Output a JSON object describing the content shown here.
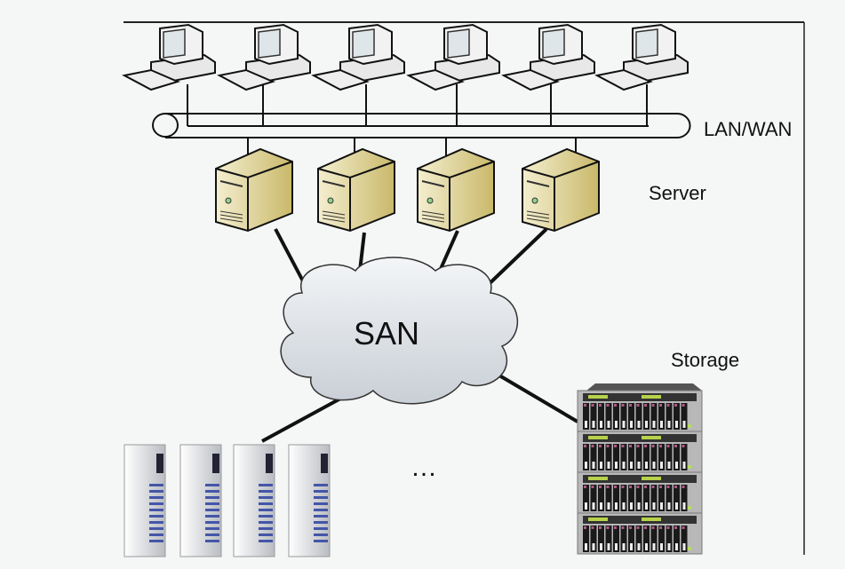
{
  "labels": {
    "network": "LAN/WAN",
    "server": "Server",
    "san": "SAN",
    "storage": "Storage",
    "ellipsis": "…"
  },
  "counts": {
    "computers": 6,
    "servers": 4,
    "towers": 4,
    "storage_shelves": 4
  },
  "colors": {
    "background": "#f5f6f6",
    "server_body": "#e6dcae",
    "cloud": "#dfe3e8",
    "line": "#111111"
  }
}
